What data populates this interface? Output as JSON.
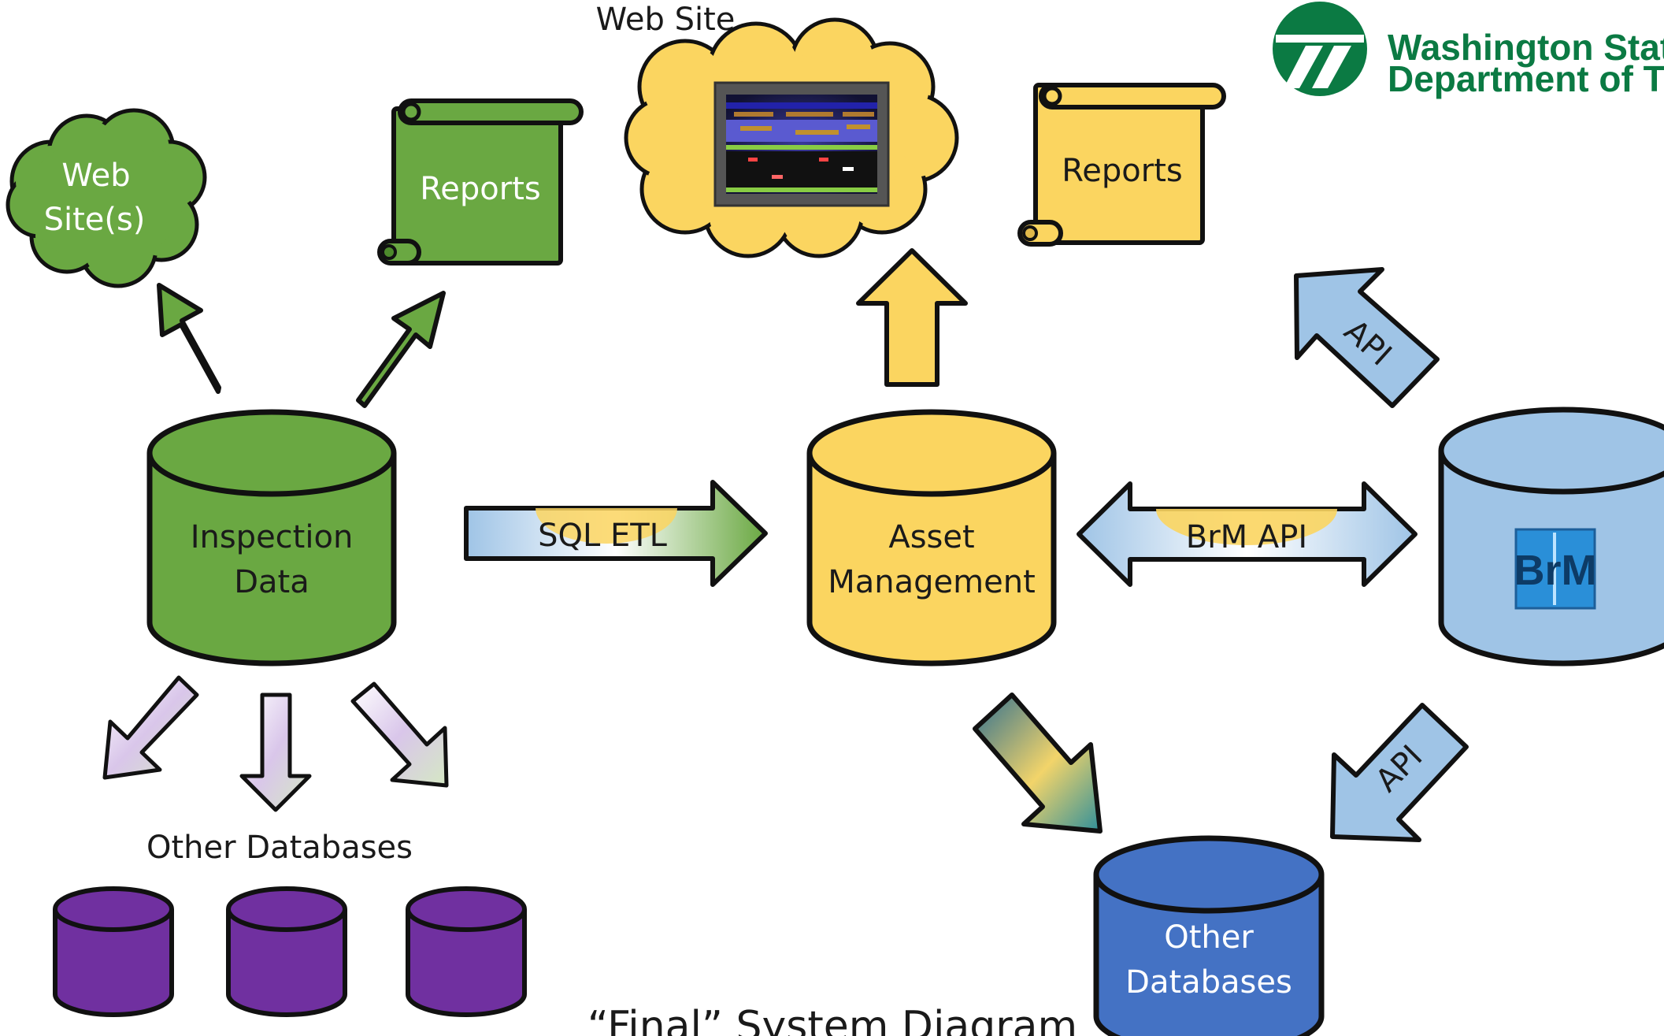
{
  "title": "“Final” System Diagram",
  "logo": {
    "line1": "Washington State",
    "line2": "Department of Transportation",
    "color": "#0b7a43"
  },
  "colors": {
    "green": "#6aa842",
    "yellow": "#fbd560",
    "light_blue": "#9fc4e6",
    "dark_blue": "#4472c4",
    "purple": "#7030a0",
    "outline": "#111111"
  },
  "nodes": {
    "web_sites": "Web Site(s)",
    "web_sites_line1": "Web",
    "web_sites_line2": "Site(s)",
    "reports_green": "Reports",
    "web_site": "Web Site",
    "reports_yellow": "Reports",
    "inspection_data_line1": "Inspection",
    "inspection_data_line2": "Data",
    "asset_management_line1": "Asset",
    "asset_management_line2": "Management",
    "other_databases_group": "Other Databases",
    "other_databases_line1": "Other",
    "other_databases_line2": "Databases",
    "brm_logo": "BrM"
  },
  "connectors": {
    "sql_etl": "SQL ETL",
    "brm_api": "BrM API",
    "api_top": "API",
    "api_bottom": "API"
  }
}
